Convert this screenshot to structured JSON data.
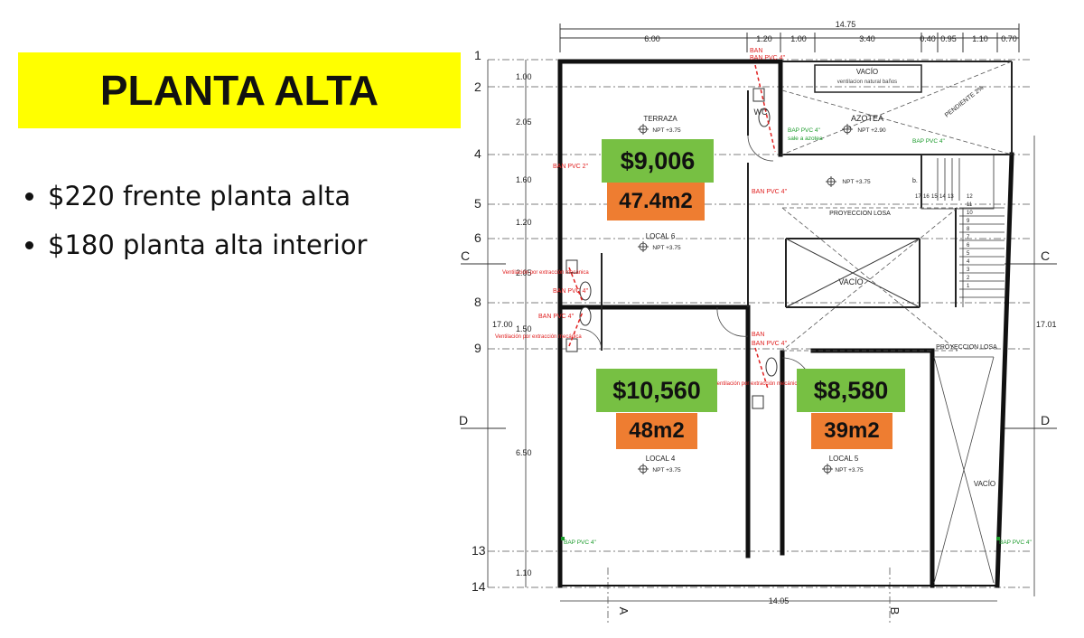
{
  "title": "PLANTA ALTA",
  "bullets": [
    "$220 frente planta alta",
    "$180 planta alta interior"
  ],
  "plan": {
    "top_dimensions": {
      "total": "14.75",
      "segments": [
        "6.00",
        "1.20",
        "1.00",
        "3.40",
        "0.40",
        "0.95",
        "1.10",
        "0.70"
      ]
    },
    "bottom_dimension": "14.05",
    "left_total": "17.00",
    "right_total": "17.01",
    "left_segments": [
      "1.00",
      "2.05",
      "1.60",
      "1.20",
      "2.05",
      "1.50",
      "6.50",
      "1.10"
    ],
    "row_axes": [
      "1",
      "2",
      "4",
      "5",
      "6",
      "8",
      "9",
      "13",
      "14"
    ],
    "section_marks": [
      "C",
      "D"
    ],
    "bottom_axes": [
      "A",
      "B"
    ],
    "rooms": {
      "terraza": {
        "name": "TERRAZA",
        "npt": "NPT +3.75"
      },
      "wc": {
        "name": "WC"
      },
      "azotea": {
        "name": "AZOTEA",
        "npt": "NPT +2.90"
      },
      "vacio_top": {
        "name": "VACÍO",
        "note": "ventilacion natural baños"
      },
      "pendiente": "PENDIENTE 2%",
      "pasillo": {
        "npt": "NPT +3.75"
      },
      "proyeccion_losa": "PROYECCION LOSA",
      "local6": {
        "name": "LOCAL 6",
        "npt": "NPT +3.75"
      },
      "vacio_center": "VACÍO",
      "proyeccion_losa_2": "PROYECCION LOSA",
      "local4": {
        "name": "LOCAL 4",
        "npt": "NPT +3.75"
      },
      "local5": {
        "name": "LOCAL 5",
        "npt": "NPT +3.75"
      },
      "vacio_right": "VACÍO"
    },
    "pipe_notes": {
      "ban_pvc_4": "BAN PVC 4\"",
      "ban_pvc_2": "BAN PVC 2\"",
      "ban": "BAN",
      "bap_pvc_4": "BAP PVC 4\"",
      "bap_note": "sale a azotea",
      "ventilacion": "Ventilación por extracción mecánica"
    },
    "stair_numbers": [
      "17",
      "16",
      "15",
      "14",
      "13",
      "12",
      "11",
      "10",
      "9",
      "8",
      "7",
      "6",
      "5",
      "4",
      "3",
      "2",
      "1"
    ],
    "stair_label": "b."
  },
  "cards": [
    {
      "price": "$9,006",
      "area": "47.4m2"
    },
    {
      "price": "$10,560",
      "area": "48m2"
    },
    {
      "price": "$8,580",
      "area": "39m2"
    }
  ],
  "colors": {
    "banner": "#ffff00",
    "price_bg": "#77c043",
    "area_bg": "#ee7d31",
    "pipe_red": "#e02020",
    "pipe_green": "#1a9a2a"
  }
}
